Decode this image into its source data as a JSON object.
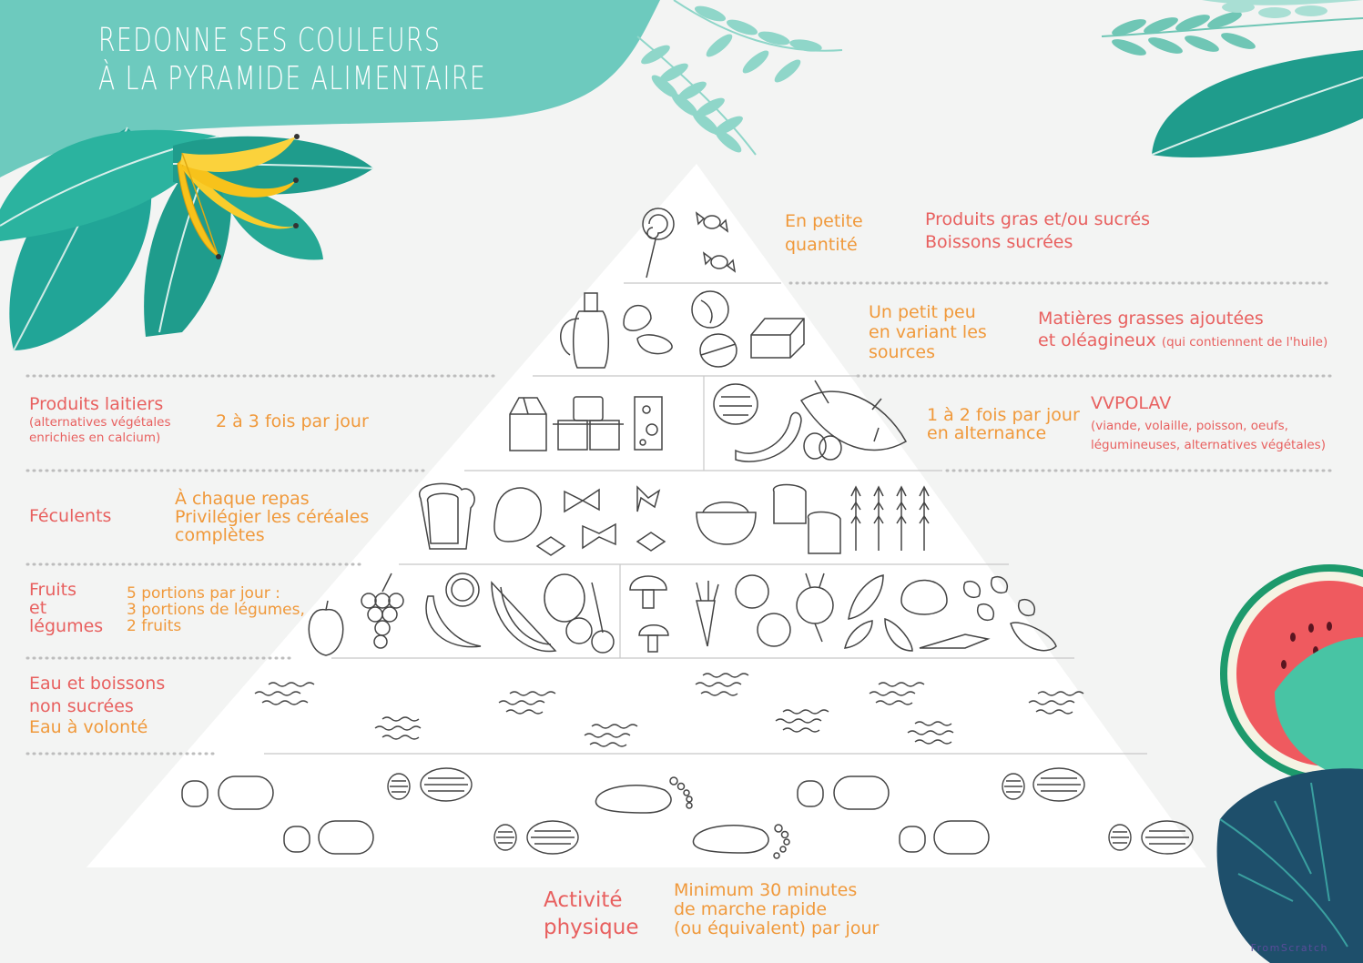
{
  "title": {
    "line1": "Redonne ses couleurs",
    "line2": "à la pyramide alimentaire"
  },
  "levels": {
    "sweets": {
      "frequency_line1": "En petite",
      "frequency_line2": "quantité",
      "category_line1": "Produits gras et/ou sucrés",
      "category_line2": "Boissons sucrées",
      "icons": [
        "lollipop-icon",
        "candy-icon"
      ]
    },
    "fats": {
      "frequency_line1": "Un petit peu",
      "frequency_line2": "en variant les",
      "frequency_line3": "sources",
      "category_line1": "Matières grasses ajoutées",
      "category_line2": "et oléagineux",
      "category_note": "(qui contiennent de l'huile)",
      "icons": [
        "oil-bottle-icon",
        "pistachio-icon",
        "walnut-icon",
        "butter-icon"
      ]
    },
    "dairy": {
      "category": "Produits laitiers",
      "note_line1": "(alternatives végétales",
      "note_line2": "enrichies en calcium)",
      "frequency": "2 à 3 fois par jour",
      "icons": [
        "milk-carton-icon",
        "yogurt-icon",
        "cheese-icon"
      ]
    },
    "protein": {
      "frequency_line1": "1 à 2 fois par jour",
      "frequency_line2": "en alternance",
      "category": "VVPOLAV",
      "note_line1": "(viande, volaille, poisson, oeufs,",
      "note_line2": "légumineuses, alternatives végétales)",
      "icons": [
        "steak-icon",
        "sausage-icon",
        "eggs-icon",
        "fish-icon"
      ]
    },
    "starches": {
      "category": "Féculents",
      "frequency_line1": "À chaque repas",
      "frequency_line2": "Privilégier les céréales",
      "frequency_line3": "complètes",
      "icons": [
        "bread-icon",
        "potato-icon",
        "pasta-icon",
        "rice-bowl-icon",
        "toast-icon",
        "wheat-icon"
      ]
    },
    "fruits_veg": {
      "category_line1": "Fruits",
      "category_line2": "et",
      "category_line3": "légumes",
      "frequency_line1": "5 portions par jour :",
      "frequency_line2": "3 portions de légumes,",
      "frequency_line3": "2 fruits",
      "icons": [
        "apple-icon",
        "grapes-icon",
        "banana-icon",
        "orange-icon",
        "watermelon-icon",
        "plum-icon",
        "cherry-icon",
        "mushroom-icon",
        "carrot-icon",
        "pepper-icon",
        "beet-icon",
        "leaf-icon",
        "lettuce-icon",
        "beans-icon",
        "eggplant-icon"
      ]
    },
    "water": {
      "category_line1": "Eau et boissons",
      "category_line2": "non sucrées",
      "frequency": "Eau à volonté",
      "icons": [
        "water-wave-icon"
      ]
    },
    "activity": {
      "category_line1": "Activité",
      "category_line2": "physique",
      "frequency_line1": "Minimum 30 minutes",
      "frequency_line2": "de marche rapide",
      "frequency_line3": "(ou équivalent) par jour",
      "icons": [
        "shoe-print-icon",
        "footprint-icon",
        "sneaker-print-icon"
      ]
    }
  },
  "brand": "FromScratch",
  "colors": {
    "background": "#f3f4f3",
    "teal_light": "#6dcabe",
    "teal_dark": "#1f9c8c",
    "pink_text": "#e8605f",
    "orange_text": "#f0993b",
    "banana": "#f7c21b",
    "watermelon": "#ef5a5f",
    "pyramid": "#ffffff",
    "outline": "#444444"
  }
}
